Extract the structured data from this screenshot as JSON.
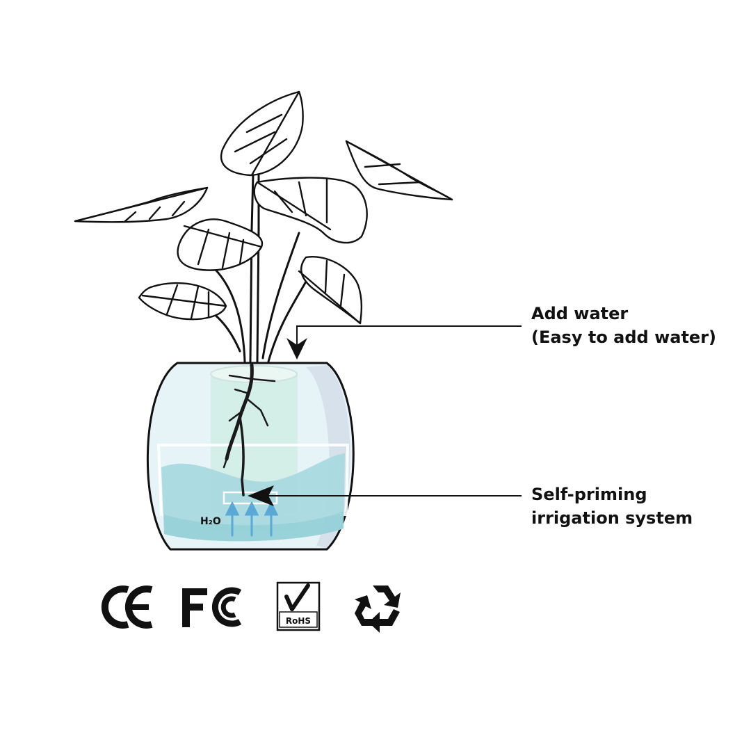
{
  "callouts": {
    "add_water": {
      "line1": "Add water",
      "line2": "(Easy to add water)"
    },
    "irrigation": {
      "line1": "Self-priming",
      "line2": "irrigation system"
    }
  },
  "pot": {
    "water_label": "H₂O"
  },
  "certifications": {
    "ce": "CE",
    "fcc": "FC",
    "rohs": "RoHS",
    "recycle_icon": "recycle-icon"
  },
  "colors": {
    "line": "#111111",
    "glass": "#e6f3f7",
    "glass_tint": "#d6eef0",
    "inner_column": "#cdeee2",
    "water": "#a9d9df",
    "water_dark": "#8ccbd4",
    "arrows": "#5aa8d6"
  }
}
